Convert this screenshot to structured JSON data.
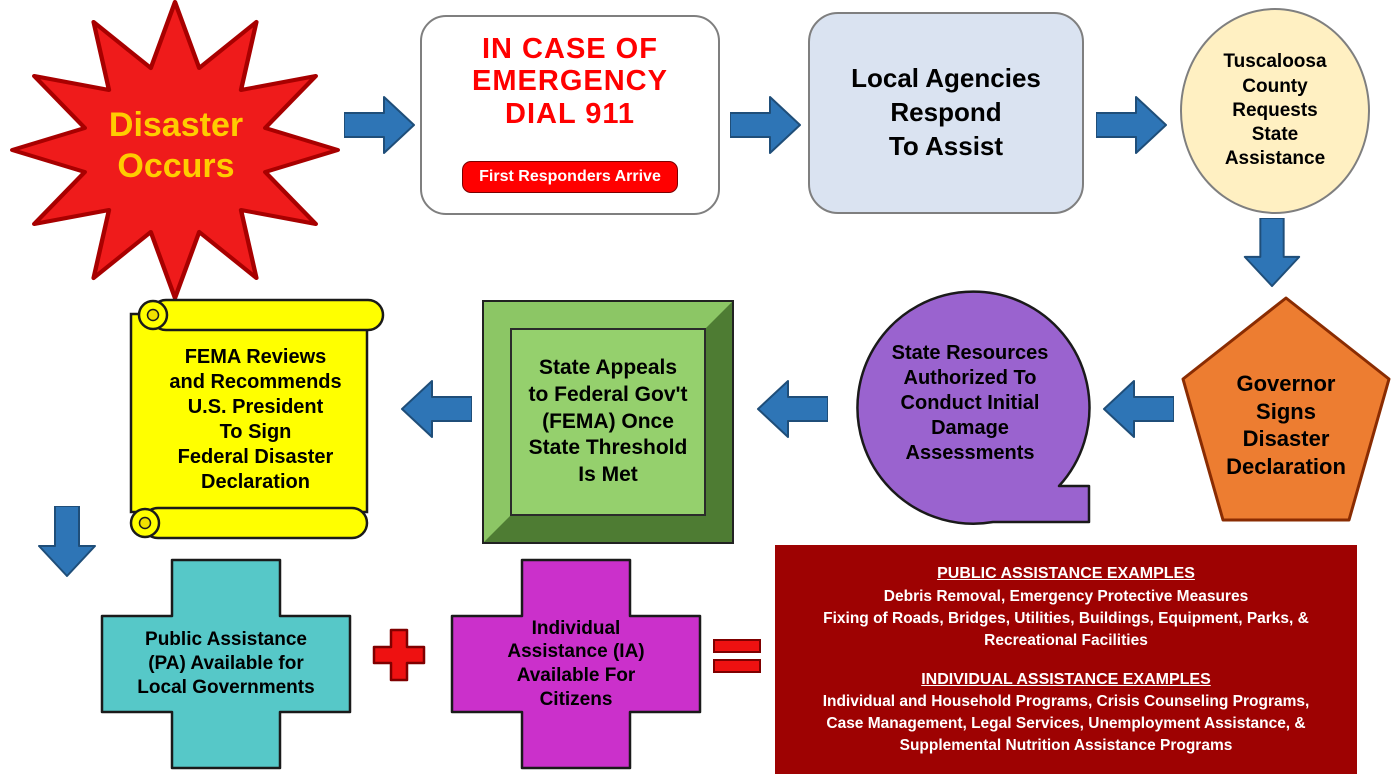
{
  "title": "Disaster Declaration Process Flowchart",
  "colors": {
    "arrow_fill": "#2e75b6",
    "arrow_border": "#1f4e79",
    "starburst_red": "#ef1b1b",
    "starburst_text_yellow": "#ffcc00",
    "emergency_red": "#ff0000",
    "local_box_blue": "#dae3f1",
    "county_circle_cream": "#fff0c2",
    "pentagon_orange": "#ed7d31",
    "purple_callout": "#9a63cf",
    "bevel_green": "#95d06d",
    "scroll_yellow": "#ffff00",
    "public_cross_teal": "#56c8c8",
    "individual_cross_magenta": "#cb30cb",
    "examples_dark_red": "#9e0202",
    "operator_red": "#ee1111"
  },
  "steps": {
    "disaster": "Disaster\nOccurs",
    "emergency_title": "IN CASE OF\nEMERGENCY\nDIAL 911",
    "emergency_banner": "First Responders Arrive",
    "local_agencies": "Local Agencies\nRespond\nTo Assist",
    "county_request": "Tuscaloosa\nCounty\nRequests\nState\nAssistance",
    "governor": "Governor\nSigns\nDisaster\nDeclaration",
    "state_resources": "State Resources\nAuthorized To\nConduct Initial\nDamage\nAssessments",
    "state_appeals": "State Appeals\nto Federal Gov't\n(FEMA) Once\nState Threshold\nIs Met",
    "fema_reviews": "FEMA Reviews\nand Recommends\nU.S. President\nTo Sign\nFederal Disaster\nDeclaration",
    "public_assistance": "Public Assistance\n(PA) Available for\nLocal Governments",
    "individual_assistance": "Individual\nAssistance (IA)\nAvailable For\nCitizens"
  },
  "operators": {
    "plus": "+",
    "equals": "="
  },
  "examples": {
    "public_title": "PUBLIC ASSISTANCE EXAMPLES",
    "public_body": "Debris Removal, Emergency Protective Measures\nFixing of Roads, Bridges, Utilities, Buildings, Equipment, Parks, &\nRecreational Facilities",
    "individual_title": "INDIVIDUAL ASSISTANCE EXAMPLES",
    "individual_body": "Individual and Household Programs, Crisis Counseling Programs,\nCase Management, Legal Services, Unemployment Assistance, &\nSupplemental Nutrition Assistance Programs"
  }
}
